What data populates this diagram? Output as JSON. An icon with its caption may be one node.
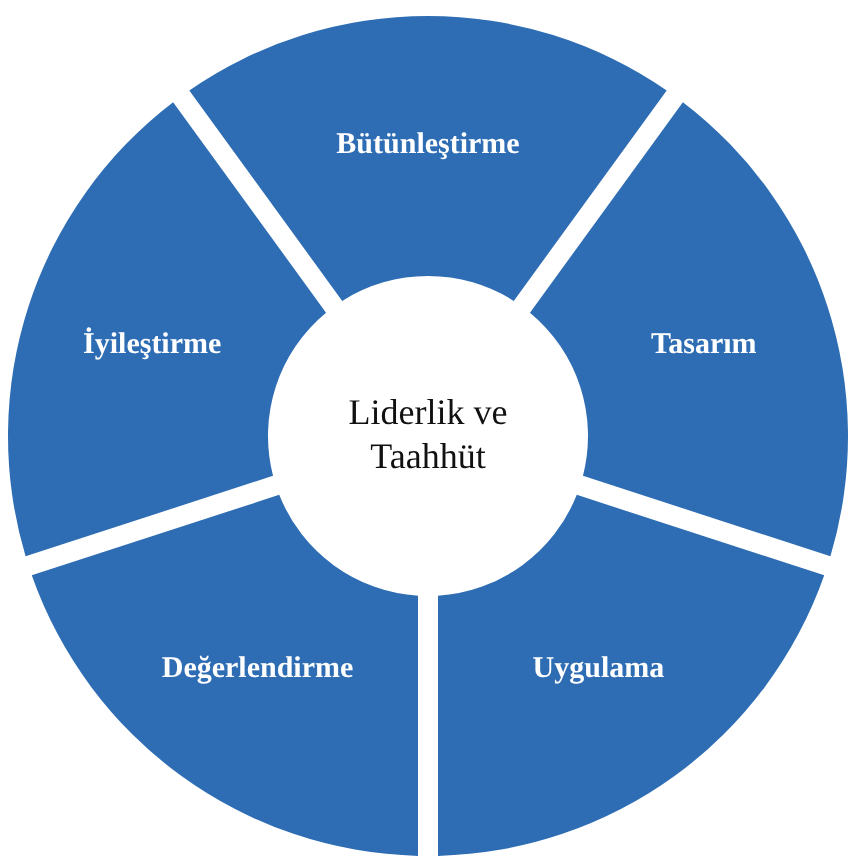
{
  "diagram": {
    "nodes": [
      {
        "text": [
          "Liderlik ve Taahhüt"
        ]
      },
      {
        "text": [
          "Bütünleştirme"
        ]
      },
      {
        "text": [
          "İyileştirme"
        ]
      },
      {
        "text": [
          "Tasarım"
        ]
      },
      {
        "text": [
          "Değerlendirme"
        ]
      },
      {
        "text": [
          "Uygulama"
        ]
      }
    ]
  }
}
